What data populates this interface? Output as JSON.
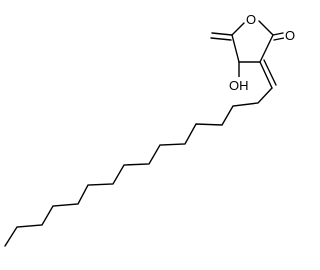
{
  "molecule": {
    "atoms": {
      "ring_oxygen": "O",
      "carbonyl_oxygen": "O",
      "hydroxyl": "OH"
    }
  },
  "colors": {
    "bond": "#000000",
    "background": "#ffffff"
  }
}
